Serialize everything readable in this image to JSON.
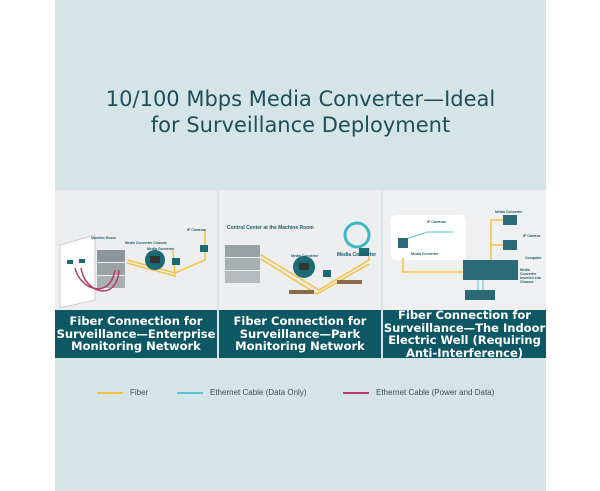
{
  "title": {
    "line1": "10/100 Mbps Media Converter—Ideal",
    "line2": "for Surveillance Deployment"
  },
  "scenarios": [
    {
      "caption": "Fiber Connection for Surveillance—Enterprise Monitoring Network",
      "labels": {
        "room": "Machine Room",
        "chassis": "Media Converter Chassis",
        "converter": "Media Converter",
        "camera": "IP Cameras"
      }
    },
    {
      "caption": "Fiber Connection for Surveillance—Park Monitoring Network",
      "labels": {
        "center": "Control Center at the Machine Room",
        "converter": "Media Converter",
        "converter2": "Media Converter"
      }
    },
    {
      "caption": "Fiber Connection for Surveillance—The Indoor Electric Well (Requiring Anti-Interference)",
      "labels": {
        "cameras": "IP Cameras",
        "converter": "Media Converter",
        "converter_top": "Media Converter",
        "camera2": "IP Camera",
        "computer": "Computer",
        "chassis": "Media Converter Inserted into Chassis"
      }
    }
  ],
  "legend": [
    {
      "label": "Fiber",
      "color": "#f5c242"
    },
    {
      "label": "Ethernet Cable (Data Only)",
      "color": "#5bc3d6"
    },
    {
      "label": "Ethernet Cable (Power and Data)",
      "color": "#b83a6a"
    }
  ],
  "colors": {
    "background": "#d5e4e7",
    "banner": "#0e5865",
    "title": "#1e4e5a"
  }
}
